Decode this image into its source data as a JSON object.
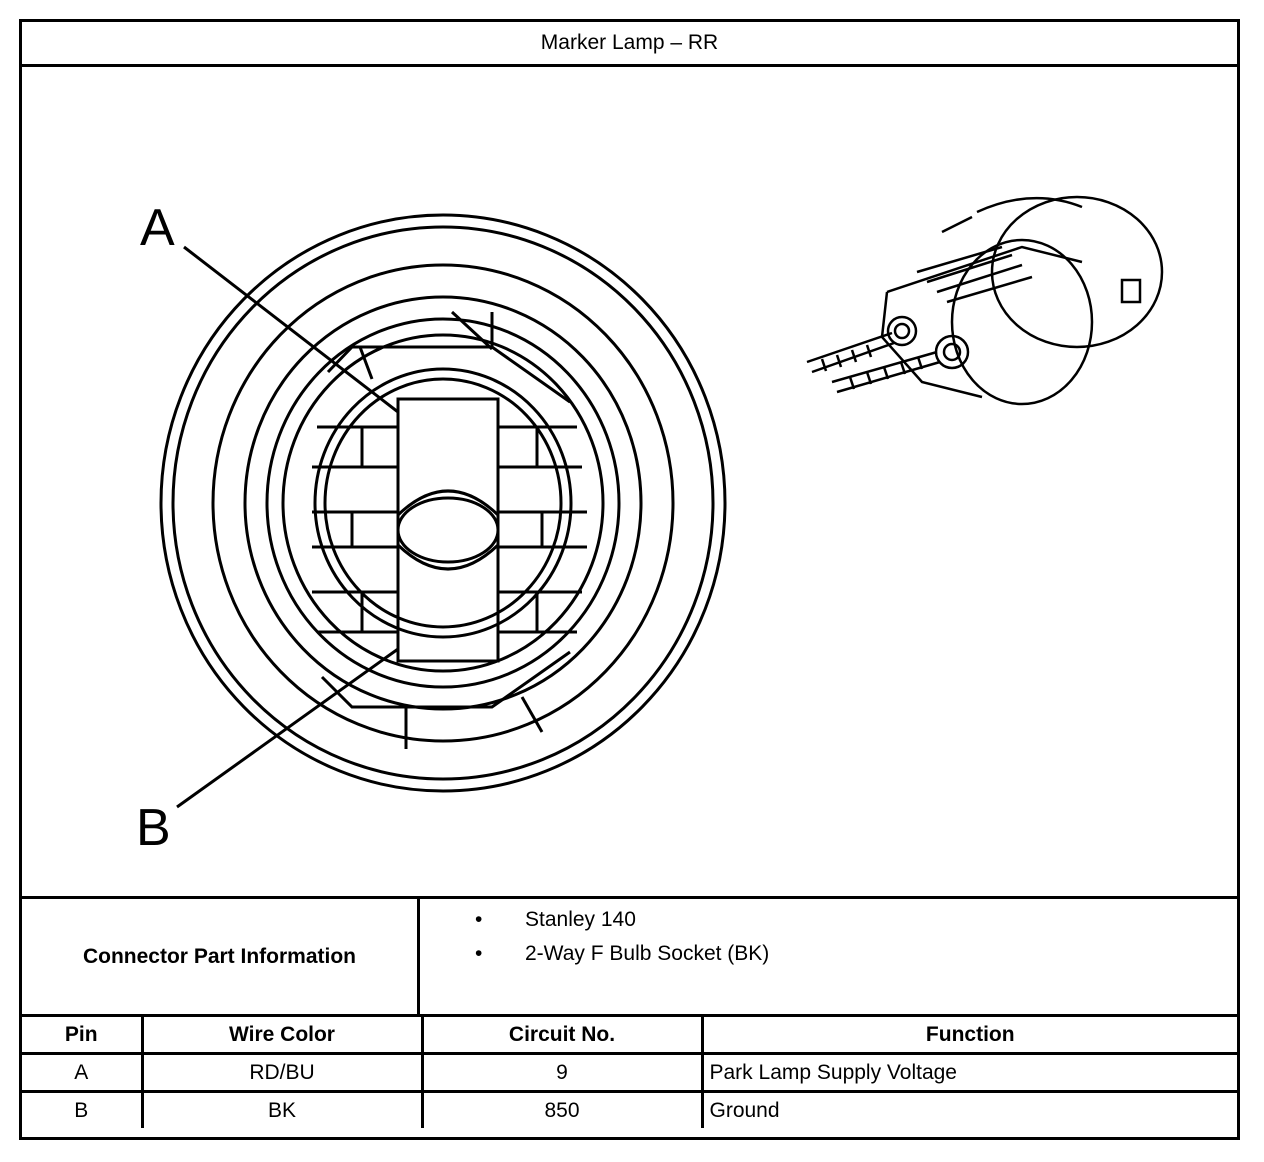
{
  "title": "Marker Lamp – RR",
  "diagram": {
    "callouts": [
      "A",
      "B"
    ]
  },
  "connector_info": {
    "label": "Connector Part Information",
    "items": [
      "Stanley 140",
      "2-Way F Bulb Socket (BK)"
    ],
    "bullet": "•"
  },
  "pin_table": {
    "headers": [
      "Pin",
      "Wire Color",
      "Circuit No.",
      "Function"
    ],
    "rows": [
      [
        "A",
        "RD/BU",
        "9",
        "Park Lamp Supply Voltage"
      ],
      [
        "B",
        "BK",
        "850",
        "Ground"
      ]
    ]
  }
}
